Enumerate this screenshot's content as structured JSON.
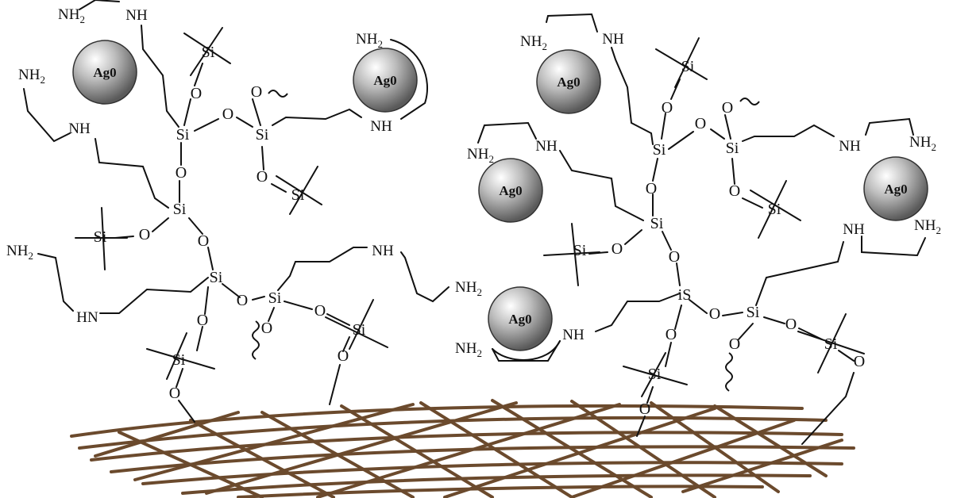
{
  "labels": {
    "si": "Si",
    "o": "O",
    "nh2": "NH",
    "nh2_sub": "2",
    "nh": "NH",
    "hn": "HN",
    "ag": "Ag0",
    "si_alt": "iS"
  },
  "colors": {
    "mesh": "#6b4a2d",
    "bond": "#111111",
    "nanoparticle": "#9a9a9a"
  },
  "icons": [
    "silver-nanoparticle-icon",
    "wavy-bond-icon",
    "fabric-mesh-icon"
  ]
}
